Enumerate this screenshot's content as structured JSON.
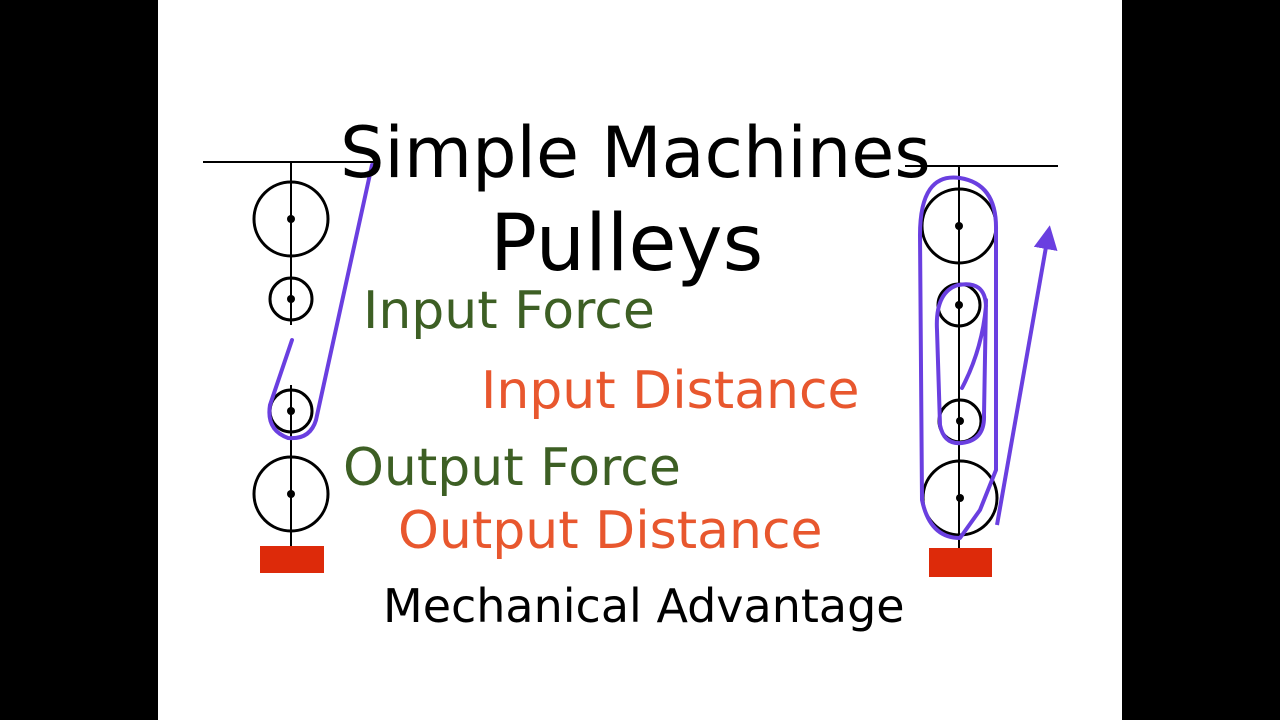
{
  "slide": {
    "title": "Simple Machines",
    "subtitle": "Pulleys",
    "terms": [
      {
        "text": "Input Force",
        "color": "#3d5f24"
      },
      {
        "text": "Input Distance",
        "color": "#e8572e"
      },
      {
        "text": "Output Force",
        "color": "#3d5f24"
      },
      {
        "text": "Output Distance",
        "color": "#e8572e"
      },
      {
        "text": "Mechanical Advantage",
        "color": "#000000"
      }
    ]
  },
  "colors": {
    "rope": "#6a3fe0",
    "load": "#dd2a0a",
    "background": "#000000",
    "slide": "#ffffff"
  },
  "icons": {
    "left_system": "pulley-system-icon",
    "right_system": "pulley-system-icon",
    "arrow": "up-arrow-icon"
  }
}
